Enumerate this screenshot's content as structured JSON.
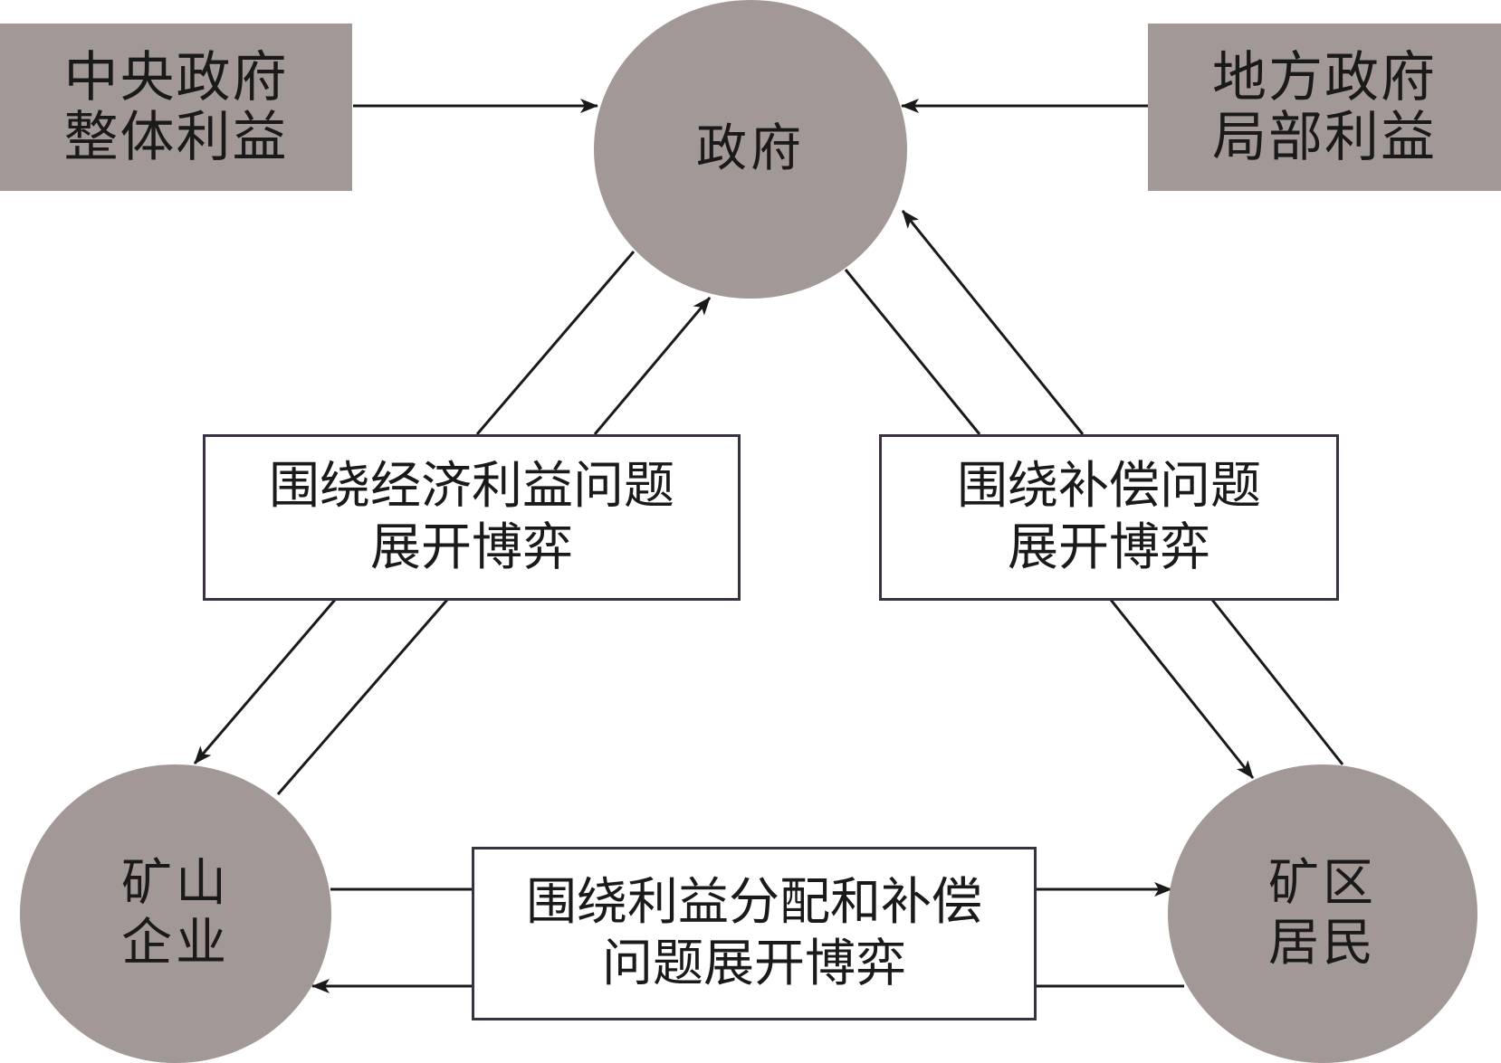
{
  "diagram": {
    "top_left_box": {
      "lines": [
        "中央政府",
        "整体利益"
      ]
    },
    "top_right_box": {
      "lines": [
        "地方政府",
        "局部利益"
      ]
    },
    "nodes": {
      "government": {
        "label": "政府"
      },
      "mining_enterprise": {
        "lines": [
          "矿山",
          "企业"
        ]
      },
      "mining_residents": {
        "lines": [
          "矿区",
          "居民"
        ]
      }
    },
    "relations": {
      "gov_enterprise": {
        "lines": [
          "围绕经济利益问题",
          "展开博弈"
        ]
      },
      "gov_residents": {
        "lines": [
          "围绕补偿问题",
          "展开博弈"
        ]
      },
      "enterprise_residents": {
        "lines": [
          "围绕利益分配和补偿",
          "问题展开博弈"
        ]
      }
    },
    "edges": [
      {
        "from": "中央政府整体利益",
        "to": "政府"
      },
      {
        "from": "地方政府局部利益",
        "to": "政府"
      },
      {
        "from": "矿山企业",
        "to": "政府"
      },
      {
        "from": "政府",
        "to": "矿山企业"
      },
      {
        "from": "矿区居民",
        "to": "政府"
      },
      {
        "from": "政府",
        "to": "矿区居民"
      },
      {
        "from": "矿山企业",
        "to": "矿区居民"
      },
      {
        "from": "矿区居民",
        "to": "矿山企业"
      }
    ],
    "colors": {
      "node_fill": "#a29896",
      "line": "#1a1a1a",
      "box_border": "#3a3240"
    }
  }
}
